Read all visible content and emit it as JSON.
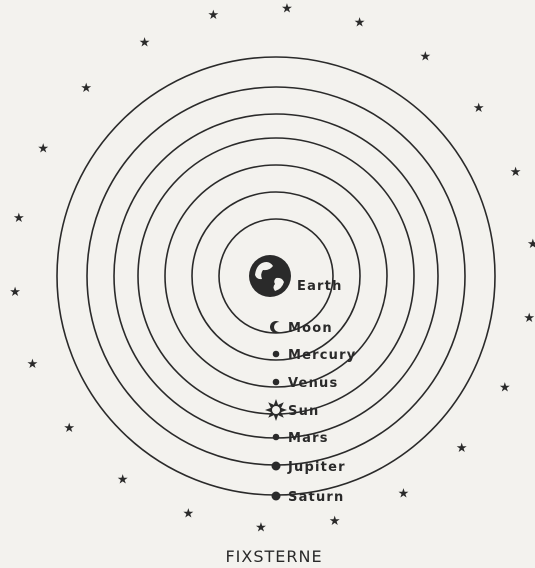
{
  "title": "FIXSTERNE",
  "center_body": {
    "label": "Earth",
    "icon": "earth-icon"
  },
  "orbits": [
    {
      "label": "Moon",
      "icon": "moon-crescent-icon"
    },
    {
      "label": "Mercury",
      "icon": "dot-icon"
    },
    {
      "label": "Venus",
      "icon": "dot-icon"
    },
    {
      "label": "Sun",
      "icon": "sun-icon"
    },
    {
      "label": "Mars",
      "icon": "dot-icon"
    },
    {
      "label": "Jupiter",
      "icon": "dot-icon"
    },
    {
      "label": "Saturn",
      "icon": "dot-icon"
    }
  ],
  "colors": {
    "ink": "#2a2a2a",
    "paper": "#f3f2ee"
  }
}
